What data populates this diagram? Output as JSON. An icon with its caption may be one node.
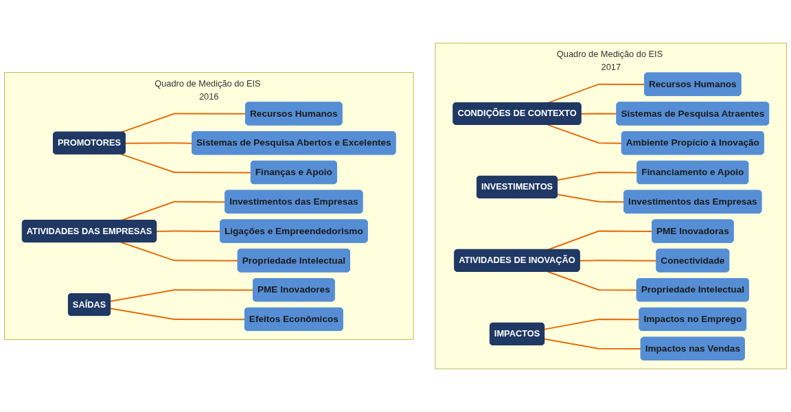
{
  "diagram": {
    "nodes": [
      {
        "text": [
          "Quadro de Medição do EIS 2016"
        ]
      },
      {
        "text": [
          "PROMOTORES"
        ],
        "in": 0
      },
      {
        "text": [
          "Recursos Humanos"
        ],
        "in": 0
      },
      {
        "text": [
          "Sistemas de Pesquisa Abertos e Excelentes"
        ],
        "in": 0
      },
      {
        "text": [
          "Finanças e Apoio"
        ],
        "in": 0
      },
      {
        "text": [
          "ATIVIDADES DAS EMPRESAS"
        ],
        "in": 0
      },
      {
        "text": [
          "Investimentos das Empresas"
        ],
        "in": 0
      },
      {
        "text": [
          "Ligações e Empreendedorismo"
        ],
        "in": 0
      },
      {
        "text": [
          "Propriedade Intelectual"
        ],
        "in": 0
      },
      {
        "text": [
          "SAÍDAS"
        ],
        "in": 0
      },
      {
        "text": [
          "PME Inovadores"
        ],
        "in": 0
      },
      {
        "text": [
          "Efeitos Econômicos"
        ],
        "in": 0
      },
      {
        "text": [
          "Quadro de Medição do EIS 2017"
        ]
      },
      {
        "text": [
          "CONDIÇÕES DE CONTEXTO"
        ],
        "in": 12
      },
      {
        "text": [
          "Recursos Humanos"
        ],
        "in": 12
      },
      {
        "text": [
          "Sistemas de Pesquisa Atraentes"
        ],
        "in": 12
      },
      {
        "text": [
          "Ambiente Propício à Inovação"
        ],
        "in": 12
      },
      {
        "text": [
          "INVESTIMENTOS"
        ],
        "in": 12
      },
      {
        "text": [
          "Financiamento e Apoio"
        ],
        "in": 12
      },
      {
        "text": [
          "Investimentos das Empresas"
        ],
        "in": 12
      },
      {
        "text": [
          "ATIVIDADES DE INOVAÇÃO"
        ],
        "in": 12
      },
      {
        "text": [
          "PME Inovadoras"
        ],
        "in": 12
      },
      {
        "text": [
          "Conectividade"
        ],
        "in": 12
      },
      {
        "text": [
          "Propriedade Intelectual"
        ],
        "in": 12
      },
      {
        "text": [
          "IMPACTOS"
        ],
        "in": 12
      },
      {
        "text": [
          "Impactos no Emprego"
        ],
        "in": 12
      },
      {
        "text": [
          "Impactos nas Vendas"
        ],
        "in": 12
      }
    ],
    "edges": [
      {
        "from": 1,
        "to": 2,
        "arrow": "none"
      },
      {
        "from": 1,
        "to": 3,
        "arrow": "none"
      },
      {
        "from": 1,
        "to": 4,
        "arrow": "none"
      },
      {
        "from": 5,
        "to": 6,
        "arrow": "none"
      },
      {
        "from": 5,
        "to": 7,
        "arrow": "none"
      },
      {
        "from": 5,
        "to": 8,
        "arrow": "none"
      },
      {
        "from": 9,
        "to": 10,
        "arrow": "none"
      },
      {
        "from": 9,
        "to": 11,
        "arrow": "none"
      },
      {
        "from": 13,
        "to": 14,
        "arrow": "none"
      },
      {
        "from": 13,
        "to": 15,
        "arrow": "none"
      },
      {
        "from": 13,
        "to": 16,
        "arrow": "none"
      },
      {
        "from": 17,
        "to": 18,
        "arrow": "none"
      },
      {
        "from": 17,
        "to": 19,
        "arrow": "none"
      },
      {
        "from": 20,
        "to": 21,
        "arrow": "none"
      },
      {
        "from": 20,
        "to": 22,
        "arrow": "none"
      },
      {
        "from": 20,
        "to": 23,
        "arrow": "none"
      },
      {
        "from": 24,
        "to": 25,
        "arrow": "none"
      },
      {
        "from": 24,
        "to": 26,
        "arrow": "none"
      }
    ]
  }
}
